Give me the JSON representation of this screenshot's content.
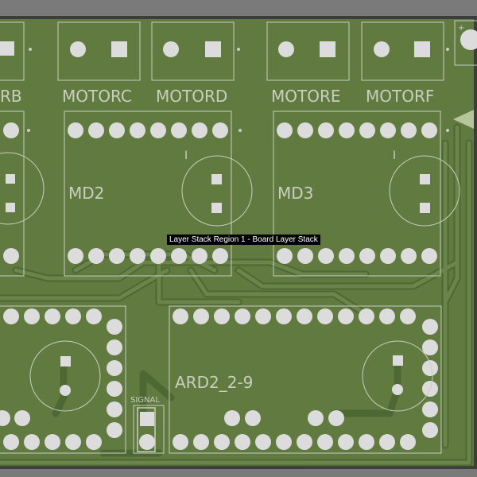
{
  "board": {
    "labels": {
      "motor_b_partial": "RB",
      "motor_c": "MOTORC",
      "motor_d": "MOTORD",
      "motor_e": "MOTORE",
      "motor_f": "MOTORF",
      "md2": "MD2",
      "md3": "MD3",
      "ard": "ARD2_2-9",
      "signal": "SIGNAL",
      "cap_plus": "+",
      "pin1_marker_md2": "I",
      "pin1_marker_md3": "I"
    },
    "colors": {
      "background": "#7a7a7a",
      "board": "#617a40",
      "trace": "#58733a",
      "trace_outline": "#4a6230",
      "pad": "#dcdcdc",
      "silkscreen": "#c9cfbf",
      "outline": "#3d3d3d"
    }
  },
  "tooltip": {
    "text": "Layer Stack Region 1 - Board Layer Stack"
  }
}
